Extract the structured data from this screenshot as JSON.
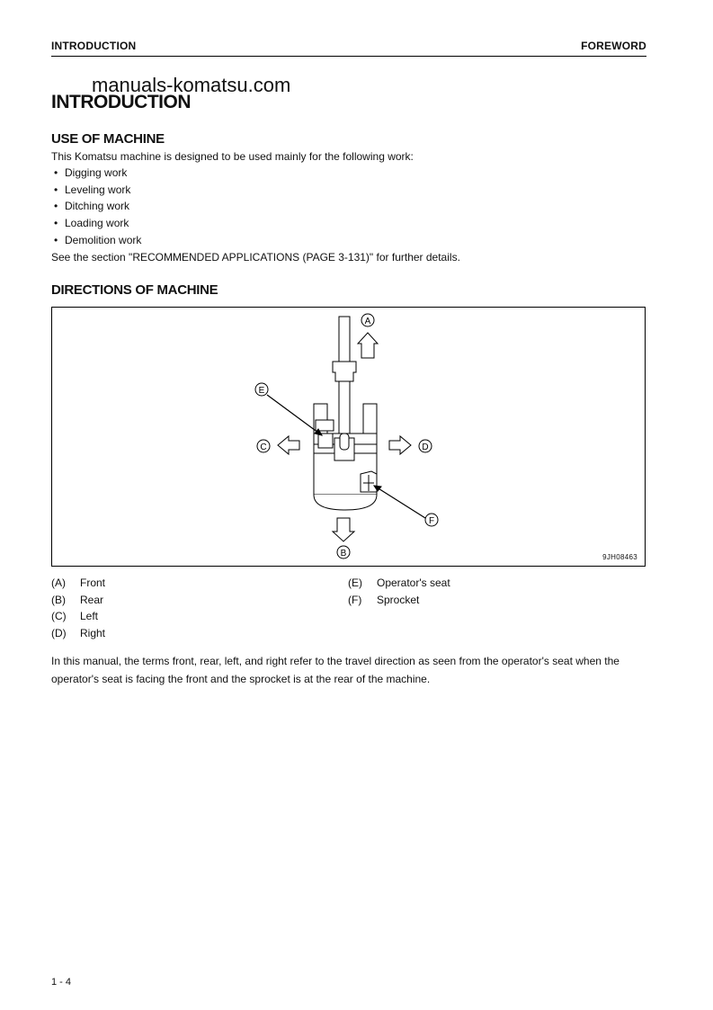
{
  "header": {
    "left": "INTRODUCTION",
    "right": "FOREWORD"
  },
  "watermark": "manuals-komatsu.com",
  "title": "INTRODUCTION",
  "use_of_machine": {
    "heading": "USE OF MACHINE",
    "intro": "This Komatsu machine is designed to be used mainly for the following work:",
    "items": [
      "Digging work",
      "Leveling work",
      "Ditching work",
      "Loading work",
      "Demolition work"
    ],
    "see_also": "See the section \"RECOMMENDED APPLICATIONS (PAGE 3-131)\" for further details."
  },
  "directions": {
    "heading": "DIRECTIONS OF MACHINE",
    "figure": {
      "code": "9JH08463",
      "labels": {
        "A": "A",
        "B": "B",
        "C": "C",
        "D": "D",
        "E": "E",
        "F": "F"
      }
    },
    "legend_left": [
      {
        "key": "(A)",
        "label": "Front"
      },
      {
        "key": "(B)",
        "label": "Rear"
      },
      {
        "key": "(C)",
        "label": "Left"
      },
      {
        "key": "(D)",
        "label": "Right"
      }
    ],
    "legend_right": [
      {
        "key": "(E)",
        "label": "Operator's seat"
      },
      {
        "key": "(F)",
        "label": "Sprocket"
      }
    ],
    "paragraph": "In this manual, the terms front, rear, left, and right refer to the travel direction as seen from the operator's seat when the operator's seat is facing the front and the sprocket is at the rear of the machine."
  },
  "page_number": "1 - 4"
}
